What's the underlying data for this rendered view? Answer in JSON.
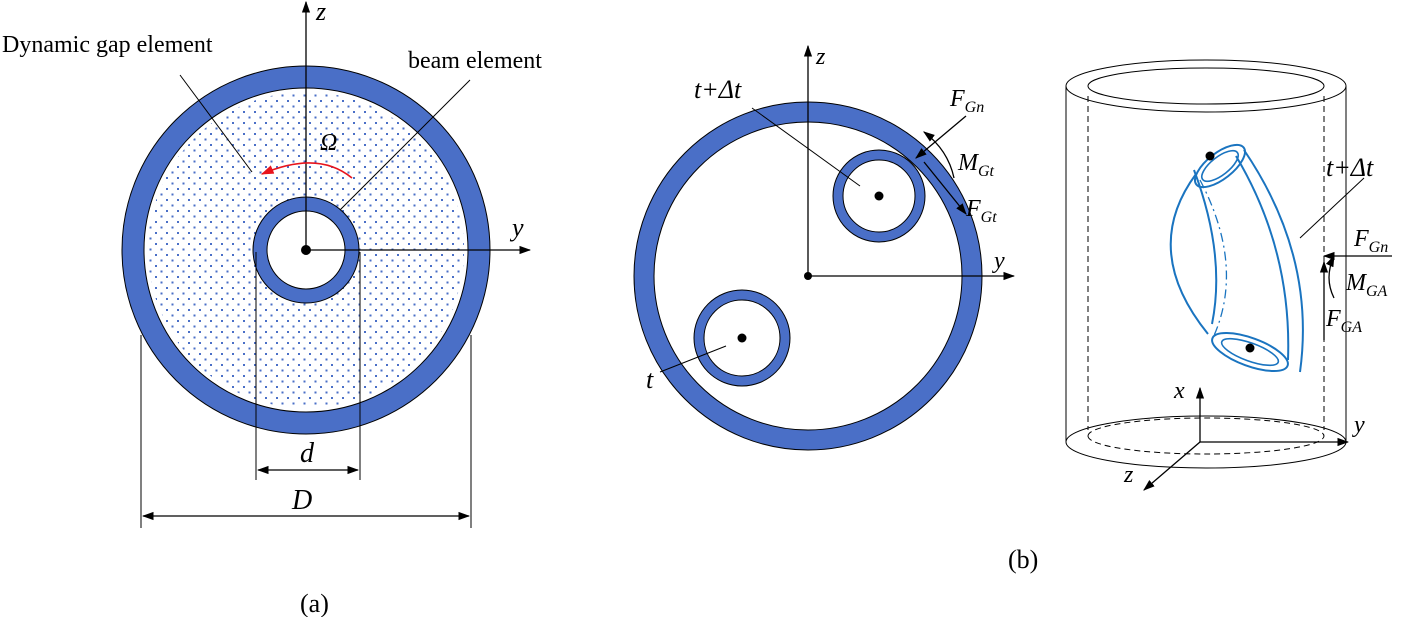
{
  "panel_a": {
    "caption": "(a)",
    "label_gap": "Dynamic gap element",
    "label_beam": "beam element",
    "axis_z": "z",
    "axis_y": "y",
    "omega": "Ω",
    "dim_inner": "d",
    "dim_outer": "D"
  },
  "panel_b": {
    "caption": "(b)",
    "circle_view": {
      "axis_z": "z",
      "axis_y": "y",
      "label_t_dt": "t+Δt",
      "label_t": "t",
      "f_gn": {
        "base": "F",
        "sub": "Gn"
      },
      "m_gt": {
        "base": "M",
        "sub": "Gt"
      },
      "f_gt": {
        "base": "F",
        "sub": "Gt"
      }
    },
    "cylinder_view": {
      "label_t_dt": "t+Δt",
      "f_gn": {
        "base": "F",
        "sub": "Gn"
      },
      "m_ga": {
        "base": "M",
        "sub": "GA"
      },
      "f_ga": {
        "base": "F",
        "sub": "GA"
      },
      "axis_x": "x",
      "axis_y": "y",
      "axis_z": "z"
    }
  },
  "colors": {
    "ring_fill": "#4a6fc7",
    "dot_fill": "#4a6fc7",
    "omega_arrow": "#e8141c",
    "beam_outline": "#1a74c0"
  }
}
